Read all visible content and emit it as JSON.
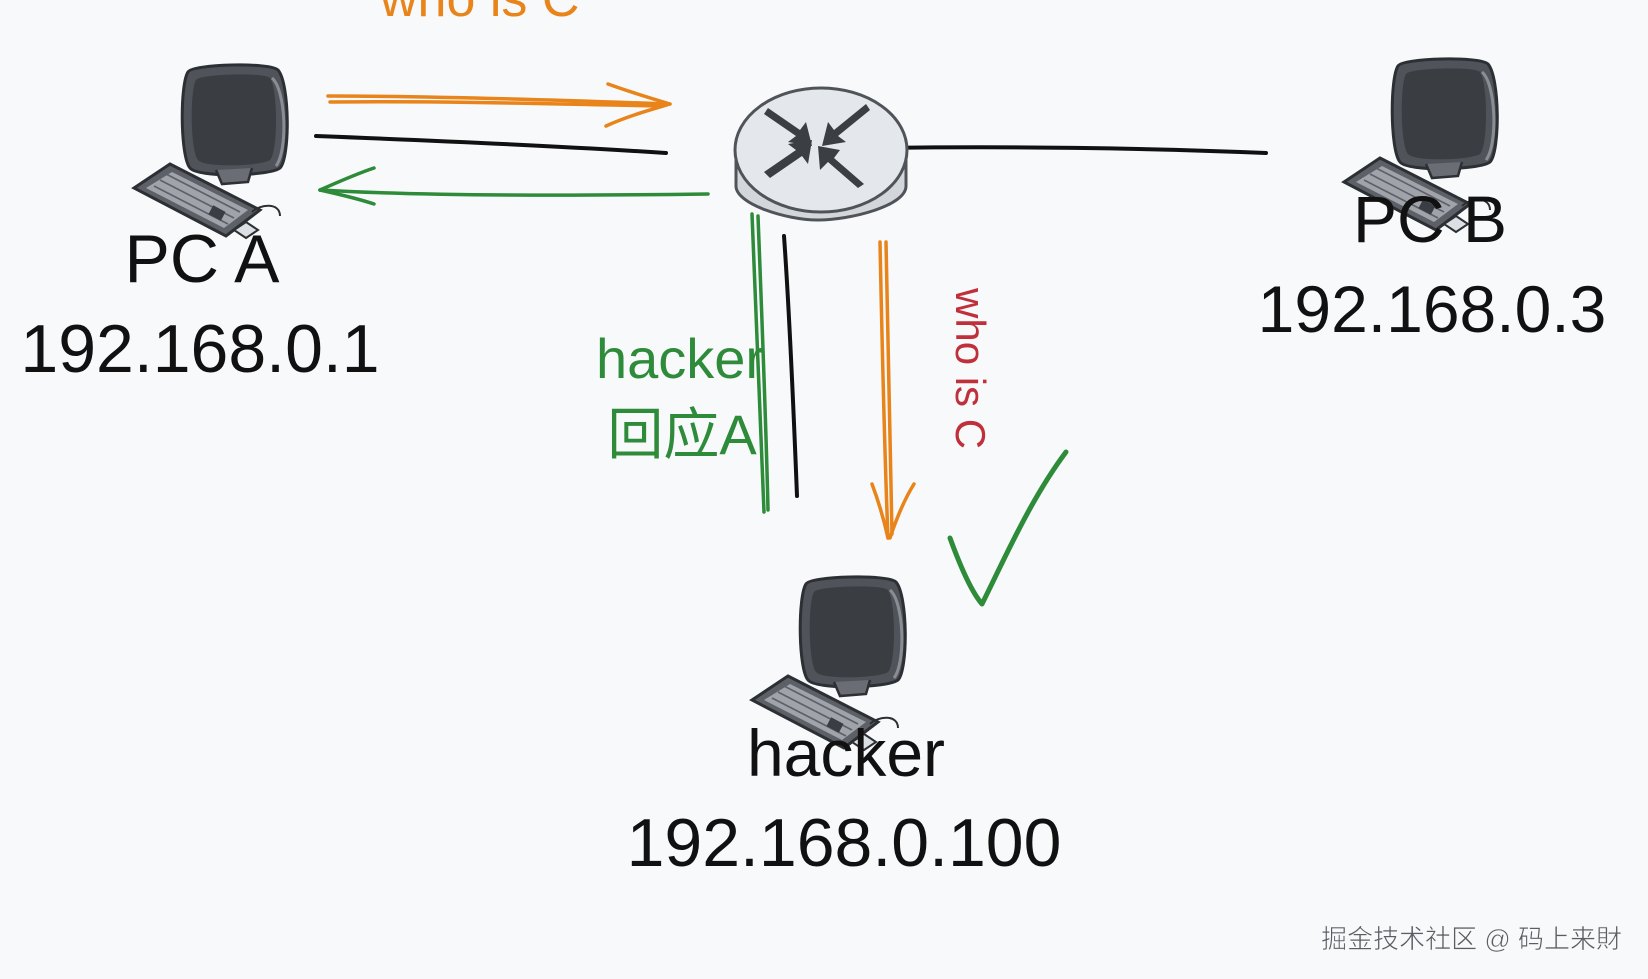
{
  "nodes": {
    "pc_a": {
      "name": "PC A",
      "ip": "192.168.0.1"
    },
    "pc_b": {
      "name": "PC B",
      "ip": "192.168.0.3"
    },
    "hacker": {
      "name": "hacker",
      "ip": "192.168.0.100"
    }
  },
  "labels": {
    "top_who_is": "who is C",
    "side_who_is": "who is C",
    "hacker_reply_line1": "hacker",
    "hacker_reply_line2": "回应A"
  },
  "watermark": "掘金技术社区 @ 码上来財",
  "colors": {
    "background": "#f8f9fb",
    "request": "#e8841a",
    "reply": "#2e8b3a",
    "link": "#111111",
    "who_is_side": "#c0303a",
    "check": "#2e8b3a",
    "router_body": "#dfe2e6",
    "monitor_screen": "#3a3d42"
  },
  "icons": {
    "router": "router-icon",
    "computer": "computer-icon",
    "check": "checkmark-icon"
  }
}
